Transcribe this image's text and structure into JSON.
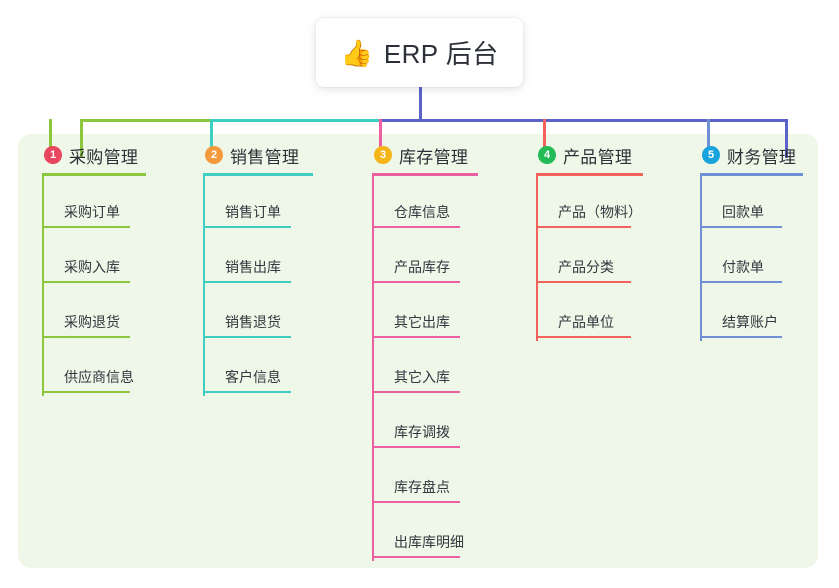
{
  "root": {
    "icon": "thumbs-up-icon",
    "icon_glyph": "👍",
    "title": "ERP 后台"
  },
  "colors": {
    "panel_bg": "#eef7e8",
    "page_bg": "#ffffff",
    "root_trunk": "#5c62c6",
    "connector_right": "#5c62c6",
    "text": "#2c3038"
  },
  "branches": [
    {
      "number": "1",
      "title": "采购管理",
      "badge_color": "#e9465f",
      "line_color": "#8cc63f",
      "items": [
        "采购订单",
        "采购入库",
        "采购退货",
        "供应商信息"
      ]
    },
    {
      "number": "2",
      "title": "销售管理",
      "badge_color": "#f59a3c",
      "line_color": "#3ecfc0",
      "items": [
        "销售订单",
        "销售出库",
        "销售退货",
        "客户信息"
      ]
    },
    {
      "number": "3",
      "title": "库存管理",
      "badge_color": "#f5b518",
      "line_color": "#ec5fa0",
      "items": [
        "仓库信息",
        "产品库存",
        "其它出库",
        "其它入库",
        "库存调拨",
        "库存盘点",
        "出库库明细"
      ]
    },
    {
      "number": "4",
      "title": "产品管理",
      "badge_color": "#22bb55",
      "line_color": "#f4625e",
      "items": [
        "产品（物料）",
        "产品分类",
        "产品单位"
      ]
    },
    {
      "number": "5",
      "title": "财务管理",
      "badge_color": "#19a3dd",
      "line_color": "#6f8fd6",
      "items": [
        "回款单",
        "付款单",
        "结算账户"
      ]
    }
  ]
}
